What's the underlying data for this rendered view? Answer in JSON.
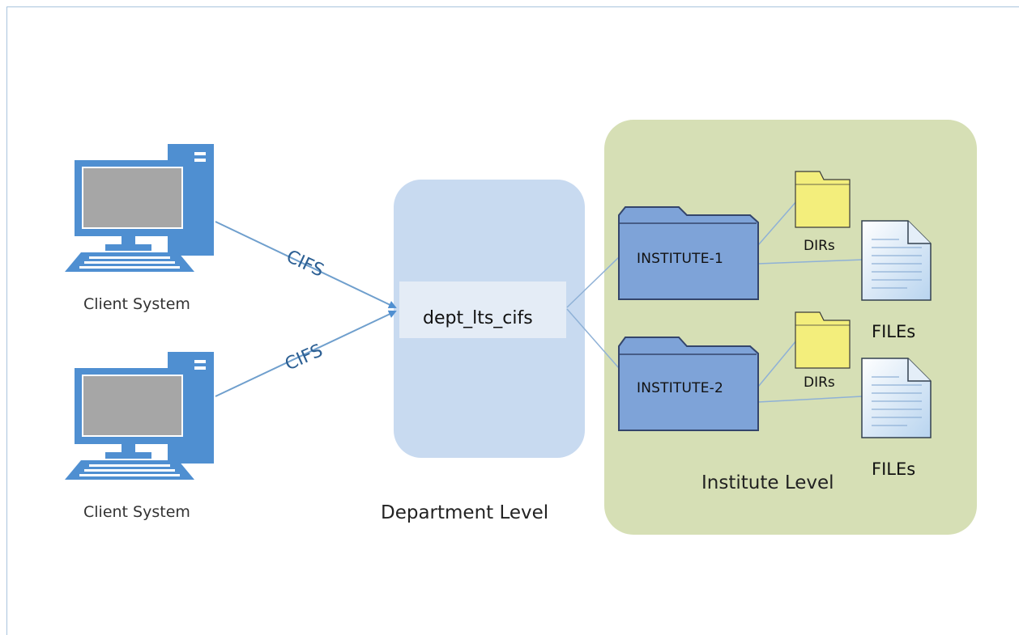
{
  "clients": [
    {
      "label": "Client System",
      "protocol": "CIFS"
    },
    {
      "label": "Client System",
      "protocol": "CIFS"
    }
  ],
  "department": {
    "share_name": "dept_lts_cifs",
    "level_label": "Department Level"
  },
  "institute": {
    "level_label": "Institute Level",
    "folders": [
      {
        "name": "INSTITUTE-1",
        "dirs_label": "DIRs",
        "files_label": "FILEs"
      },
      {
        "name": "INSTITUTE-2",
        "dirs_label": "DIRs",
        "files_label": "FILEs"
      }
    ]
  },
  "colors": {
    "computer": "#4f8fd1",
    "screen": "#a6a6a6",
    "department_box": "#c8daf0",
    "share_box": "#e4ecf6",
    "institute_box": "#d6dfb5",
    "folder": "#7ea3d8",
    "folder_outline": "#34456b",
    "dir_folder": "#f3ee7c",
    "connector": "#6f9fcd"
  },
  "icons": [
    "computer-icon",
    "folder-icon",
    "file-icon"
  ]
}
